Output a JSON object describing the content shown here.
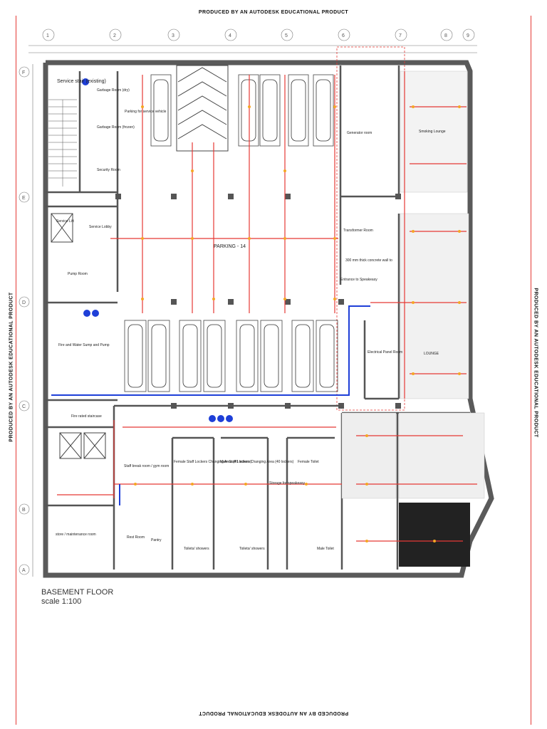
{
  "watermark": "PRODUCED BY AN AUTODESK EDUCATIONAL PRODUCT",
  "drawing": {
    "title": "BASEMENT FLOOR",
    "scale": "scale 1:100"
  },
  "grid": {
    "columns": [
      "1",
      "2",
      "3",
      "4",
      "5",
      "6",
      "7",
      "8",
      "9"
    ],
    "rows": [
      "F",
      "E",
      "D",
      "C",
      "B",
      "A"
    ]
  },
  "rooms": {
    "service_stair": "Service stair (existing)",
    "garbage_dry": "Garbage Room (dry)",
    "garbage_frozen": "Garbage Room (frozen)",
    "parking_service": "Parking for service vehicle",
    "security_room": "Security Room",
    "service_lift": "Service Lift",
    "service_lobby": "Service Lobby",
    "pump_room": "Pump Room",
    "fire_water_sump": "Fire and Water Sump and Pump",
    "fire_rated_staircase": "Fire rated staircase",
    "parking": "PARKING - 14",
    "generator_room": "Generator room",
    "transformer_room": "Transformer Room",
    "concrete_wall": "300 mm thick concrete wall to",
    "entrance_speakeasy": "Entrance to Speakeasy",
    "electrical_panel_room": "Electrical Panel Room",
    "smoking_lounge": "Smoking Lounge",
    "lounge": "LOUNGE",
    "staff_break_room": "Staff break room / gym room",
    "female_staff_lockers": "Female Staff Lockers Changing Area (40 lockers)",
    "male_staff_lockers": "Male Staff Lockers Changing Area (40 lockers)",
    "storage": "Storage for speakeasy",
    "female_toilet": "Female Toilet",
    "male_toilet": "Male Toilet",
    "toilets_showers_1": "Toilets/ showers",
    "toilets_showers_2": "Toilets/ showers",
    "pantry": "Pantry",
    "rest_room": "Rest Room",
    "maintenance_room": "store / maintenance room"
  },
  "colors": {
    "wall": "#5a5a5a",
    "line": "#333333",
    "red": "#e53935",
    "blue": "#1e3fd8",
    "orange": "#f5a623"
  }
}
